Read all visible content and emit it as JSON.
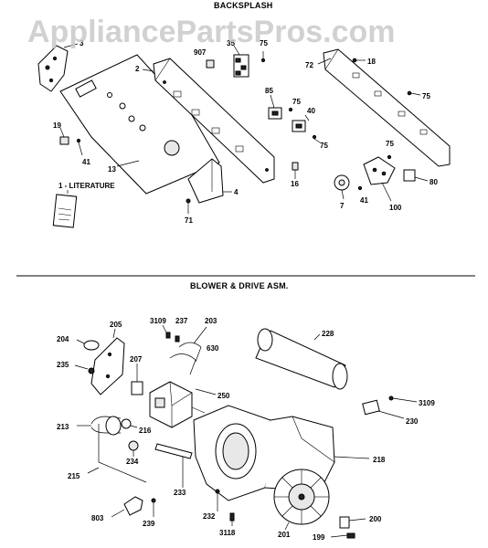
{
  "watermark": "AppliancePartsPros.com",
  "sections": {
    "top_heading": "BACKSPLASH",
    "bottom_heading": "BLOWER & DRIVE ASM."
  },
  "callouts": {
    "c3": "3",
    "c2": "2",
    "c907": "907",
    "c35": "35",
    "c75a": "75",
    "c72": "72",
    "c18": "18",
    "c75b": "75",
    "c85": "85",
    "c75c": "75",
    "c40": "40",
    "c75d": "75",
    "c19": "19",
    "c41a": "41",
    "c13": "13",
    "c16": "16",
    "c75e": "75",
    "c80": "80",
    "c41b": "41",
    "c7": "7",
    "c100": "100",
    "c1": "1 - LITERATURE",
    "c4": "4",
    "c71": "71",
    "c204": "204",
    "c205": "205",
    "c3109a": "3109",
    "c237": "237",
    "c203": "203",
    "c630": "630",
    "c228": "228",
    "c235": "235",
    "c207": "207",
    "c250": "250",
    "c3109b": "3109",
    "c230": "230",
    "c213": "213",
    "c216": "216",
    "c234": "234",
    "c218": "218",
    "c215": "215",
    "c233": "233",
    "c803": "803",
    "c239": "239",
    "c232": "232",
    "c3118": "3118",
    "c201": "201",
    "c200": "200",
    "c199": "199"
  }
}
